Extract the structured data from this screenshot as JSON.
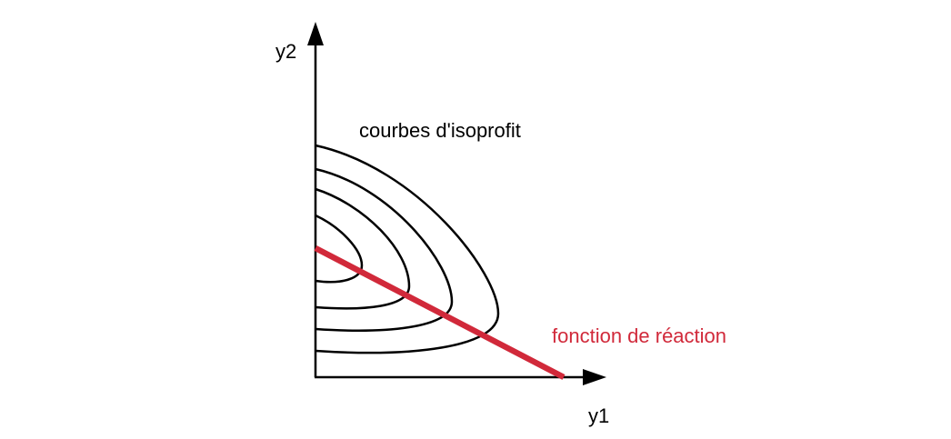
{
  "diagram": {
    "axes": {
      "x_label": "y1",
      "y_label": "y2"
    },
    "curves_label": "courbes d'isoprofit",
    "reaction_label": "fonction de réaction",
    "colors": {
      "axis": "#000000",
      "curves": "#000000",
      "reaction": "#d1293a",
      "text": "#000000",
      "reaction_text": "#d1293a"
    }
  }
}
